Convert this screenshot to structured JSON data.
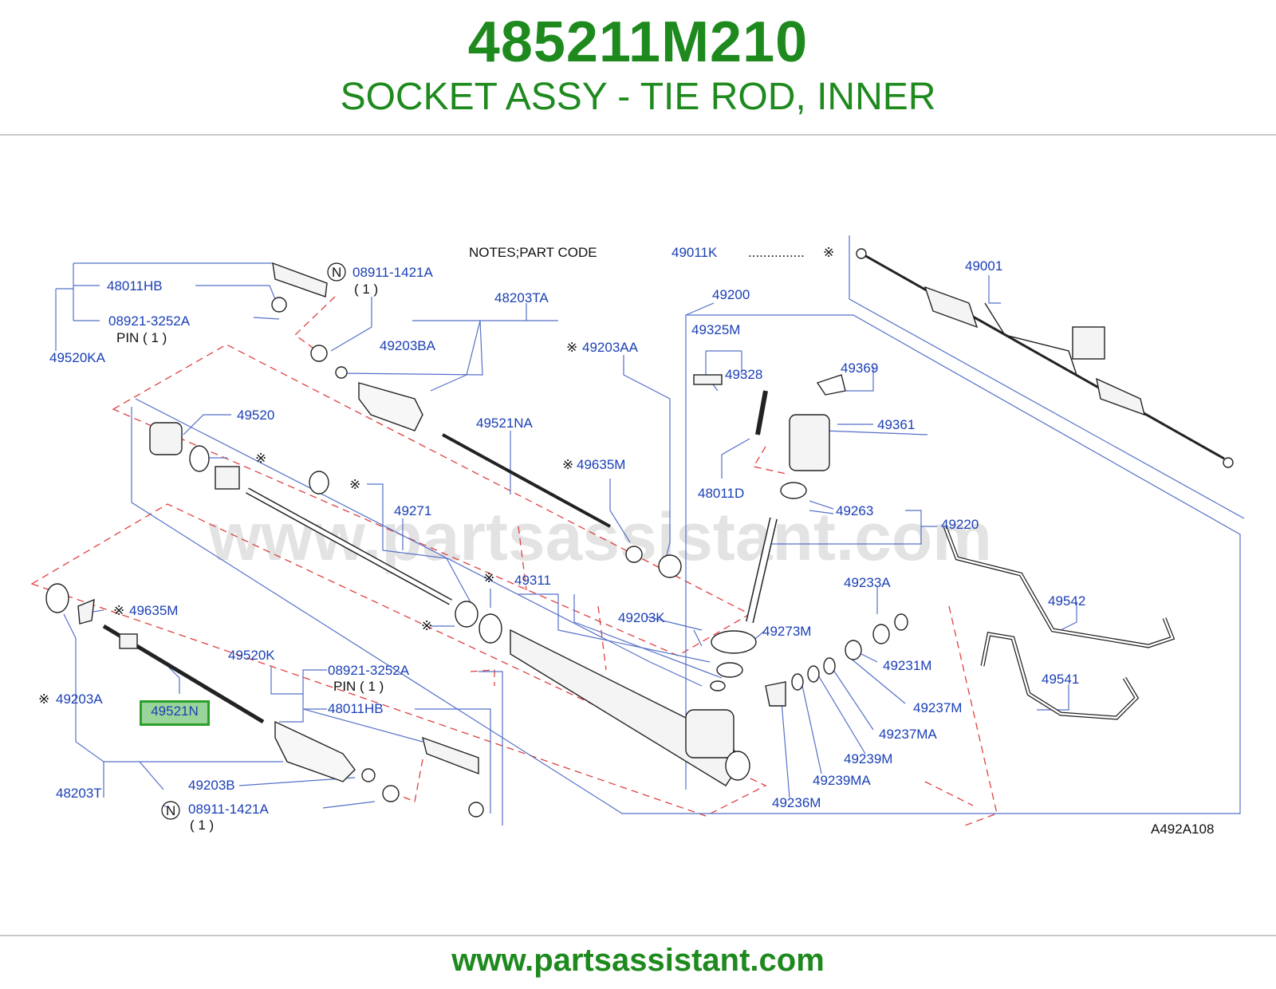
{
  "header": {
    "part_number": "485211M210",
    "part_name": "SOCKET ASSY - TIE ROD, INNER"
  },
  "footer": {
    "url": "www.partsassistant.com"
  },
  "watermark": "www.partsassistant.com",
  "diagram": {
    "drawing_code": "A492A108",
    "notes_label": "NOTES;PART  CODE",
    "notes_code": "49011K",
    "notes_dots": "...............",
    "asterisk": "※",
    "highlighted_part": "49521N",
    "labels": {
      "p48011HB_top": "48011HB",
      "p08921_top": "08921-3252A",
      "pin_top": "PIN  ( 1 )",
      "p49520KA": "49520KA",
      "n_top": "N",
      "p08911_top": "08911-1421A",
      "qty_top": "( 1 )",
      "p48203TA": "48203TA",
      "p49203BA": "49203BA",
      "p49203AA": "49203AA",
      "p49520": "49520",
      "p49521NA": "49521NA",
      "p49635M_right": "49635M",
      "p49271": "49271",
      "p49311": "49311",
      "p49203K": "49203K",
      "p49635M_left": "49635M",
      "p49520K": "49520K",
      "p08921_bot": "08921-3252A",
      "pin_bot": "PIN  ( 1 )",
      "p48011HB_bot": "48011HB",
      "p49203A": "49203A",
      "p48203T": "48203T",
      "p49203B": "49203B",
      "n_bot": "N",
      "p08911_bot": "08911-1421A",
      "qty_bot": "( 1 )",
      "p49001": "49001",
      "p49200": "49200",
      "p49325M": "49325M",
      "p49328": "49328",
      "p49369": "49369",
      "p49361": "49361",
      "p48011D": "48011D",
      "p49263": "49263",
      "p49220": "49220",
      "p49233A": "49233A",
      "p49542": "49542",
      "p49273M": "49273M",
      "p49231M": "49231M",
      "p49541": "49541",
      "p49237M": "49237M",
      "p49237MA": "49237MA",
      "p49239M": "49239M",
      "p49239MA": "49239MA",
      "p49236M": "49236M"
    }
  },
  "colors": {
    "brand_green": "#1e8a1e",
    "label_blue": "#1a3fb5",
    "leader_blue": "#5570c8",
    "dashed_red": "#e04040",
    "highlight_fill": "#9bd49b",
    "highlight_border": "#2aa02a"
  }
}
